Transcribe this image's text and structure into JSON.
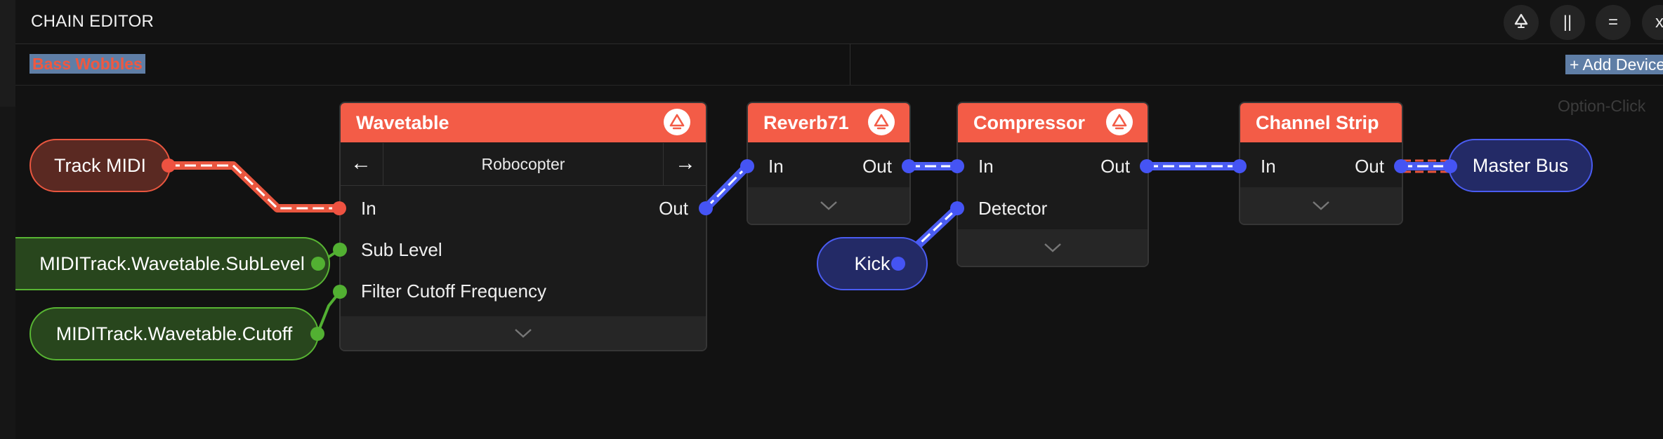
{
  "window": {
    "title": "CHAIN EDITOR",
    "controls": [
      "||",
      "=",
      "x"
    ]
  },
  "toolbar": {
    "chain_name": "Bass Wobbles",
    "add_device_label": "+ Add Device",
    "hint_text": "Option-Click"
  },
  "sources": {
    "track_midi": "Track MIDI",
    "sub_level_param": "MIDITrack.Wavetable.SubLevel",
    "cutoff_param": "MIDITrack.Wavetable.Cutoff",
    "kick": "Kick"
  },
  "devices": {
    "wavetable": {
      "title": "Wavetable",
      "preset": "Robocopter",
      "prev_label": "←",
      "next_label": "→",
      "in_label": "In",
      "out_label": "Out",
      "params": [
        "Sub Level",
        "Filter Cutoff Frequency"
      ]
    },
    "reverb": {
      "title": "Reverb71",
      "in_label": "In",
      "out_label": "Out"
    },
    "compressor": {
      "title": "Compressor",
      "in_label": "In",
      "out_label": "Out",
      "detector_label": "Detector"
    },
    "channel_strip": {
      "title": "Channel Strip",
      "in_label": "In",
      "out_label": "Out"
    }
  },
  "destinations": {
    "master_bus": "Master Bus"
  },
  "colors": {
    "accent_header": "#f35c47",
    "midi_wire": "#e9563f",
    "audio_wire": "#4a5cf2",
    "param_wire": "#58b533",
    "selection": "#5f7ea6"
  },
  "icons": {
    "device_header": "recycle-icon",
    "expand": "chevron-down-icon",
    "window_action": "recycle-icon"
  }
}
